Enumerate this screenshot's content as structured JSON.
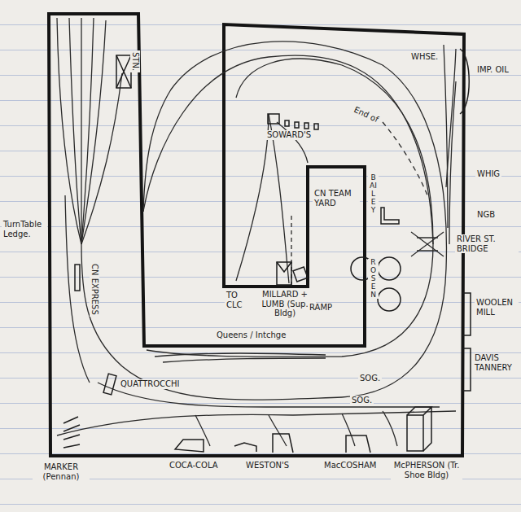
{
  "diagram": {
    "labels": [
      "STN.",
      "WHSE.",
      "IMP. OIL",
      "End of",
      "SOWARD'S",
      "WHIG",
      "NGB",
      "BAILEY",
      "CN TEAM YARD",
      "RIVER ST. BRIDGE",
      "ROSEN",
      "WOOLEN MILL",
      "DAVIS TANNERY",
      "TurnTable Ledge.",
      "CN EXPRESS",
      "TO CLC",
      "MILLARD + LUMB (Sup. Bldg)",
      "RAMP",
      "Queens / Intchge",
      "QUATTROCCHI",
      "SOG.",
      "SOG.",
      "MARKER (Pennan)",
      "COCA-COLA",
      "WESTON'S",
      "MacCOSHAM",
      "McPHERSON (Tr. Shoe Bldg)"
    ]
  }
}
